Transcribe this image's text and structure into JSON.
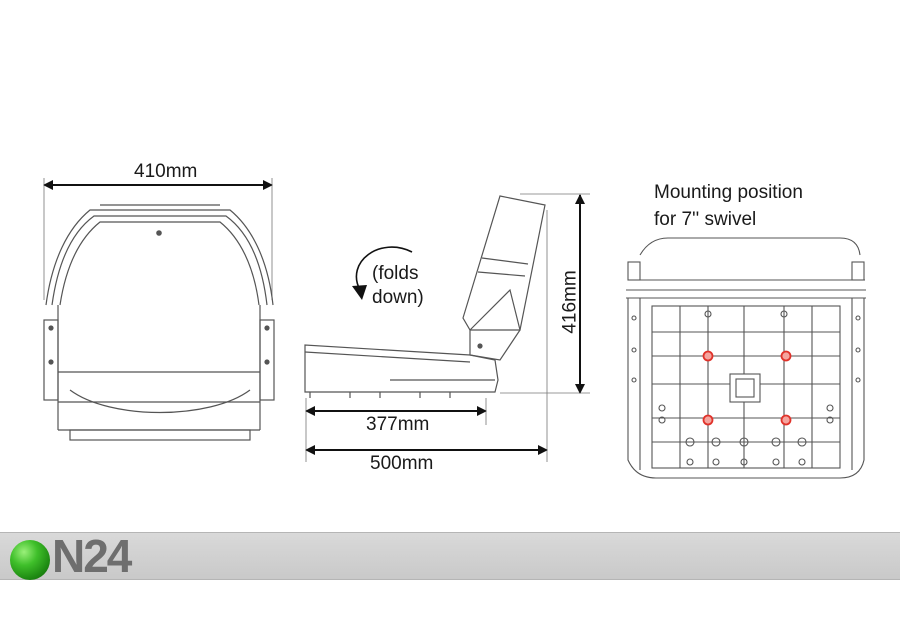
{
  "dimensions": {
    "width": "410mm",
    "height": "416mm",
    "seat_depth": "377mm",
    "total_depth": "500mm"
  },
  "side_view_note": "(folds\ndown)",
  "mounting": {
    "title_line1": "Mounting position",
    "title_line2": "for 7'' swivel"
  },
  "brand": {
    "logo": "N24"
  },
  "colors": {
    "line": "#444444",
    "marker": "#e0322a",
    "logo_green": "#2fae22",
    "logo_gray": "#6e6e6e"
  }
}
